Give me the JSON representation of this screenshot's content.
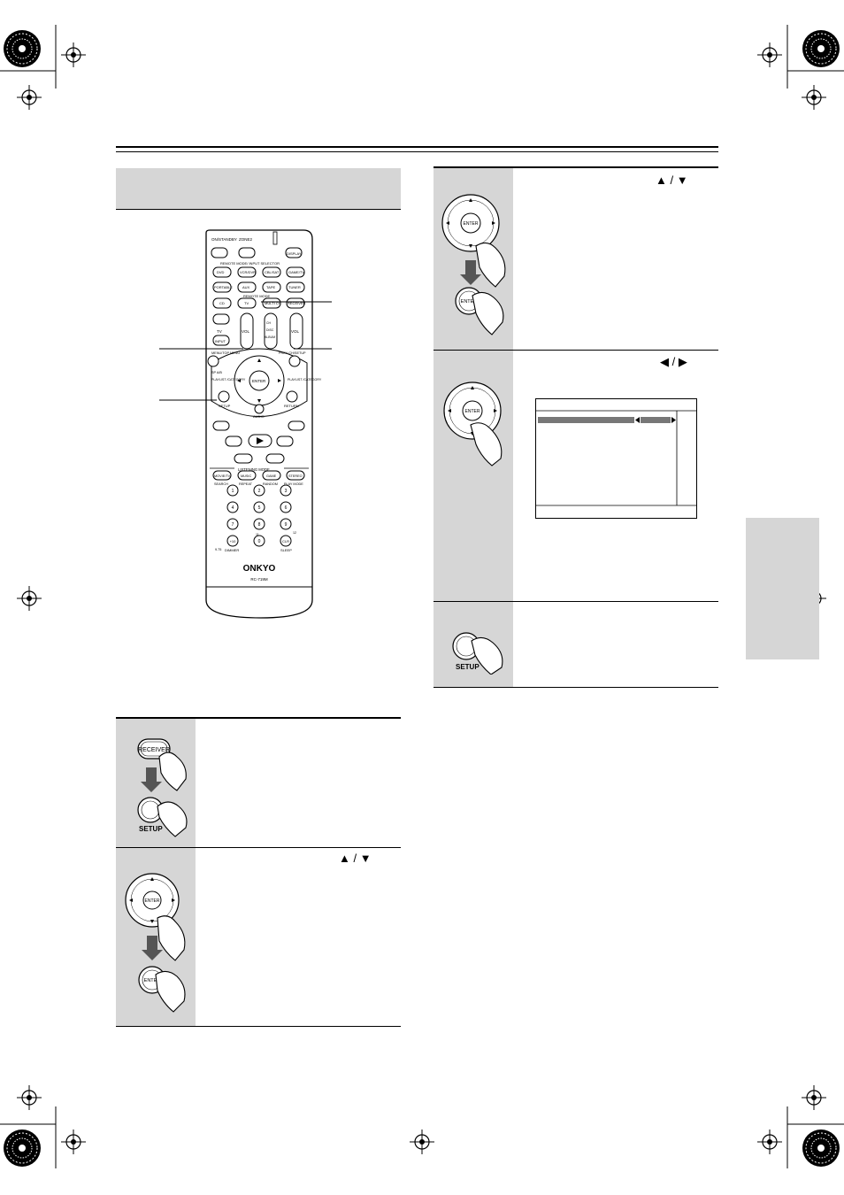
{
  "remote": {
    "brand": "ONKYO",
    "model": "RC-719M",
    "top_labels": [
      "ON/STANDBY",
      "ZONE2",
      "DISPLAY"
    ],
    "section_remote_mode_input": "REMOTE MODE/ INPUT SELECTOR",
    "section_remote_mode": "REMOTE MODE",
    "row1": [
      "DVD",
      "VCR/DVR",
      "CBL/SAT",
      "GAME/TV"
    ],
    "row2": [
      "PORTABLE",
      "AUX",
      "TAPE",
      "TUNER"
    ],
    "row3": [
      "CD",
      "TV",
      "MULTI CH",
      "RECEIVER"
    ],
    "tv_label": "TV",
    "input_label": "INPUT",
    "vol_label": "VOL",
    "ch_labels": [
      "CH",
      "DISC",
      "ALBUM"
    ],
    "menu_left_label": "MENU/TOP MENU",
    "menu_right_label": "PREV CH/SETUP",
    "sp_label": "SP A/B",
    "playlist_label": "PLAYLIST /CATEGORY",
    "setup_label": "SETUP",
    "return_label": "RETURN",
    "audio_label": "AUDIO",
    "enter_label": "ENTER",
    "listening_mode_label": "LISTENING MODE",
    "lm_buttons": [
      "MOVIE/TV",
      "MUSIC",
      "GAME",
      "STEREO"
    ],
    "lm_sub": [
      "SEARCH",
      "REPEAT",
      "RANDOM",
      "PLAY MODE"
    ],
    "digits": [
      "1",
      "2",
      "3",
      "4",
      "5",
      "6",
      "7",
      "8",
      "9",
      "+10",
      "0",
      "CLR"
    ],
    "digit_sub": [
      "DIMMER",
      "SLEEP"
    ],
    "digit_extra": [
      "9.75",
      "11",
      "12"
    ]
  },
  "steps": {
    "step1_buttons": [
      "RECEIVER",
      "SETUP"
    ],
    "step4_button": "SETUP",
    "enter_label": "ENTER",
    "arrows_updown": "▲ / ▼",
    "arrows_leftright": "◀ / ▶"
  }
}
